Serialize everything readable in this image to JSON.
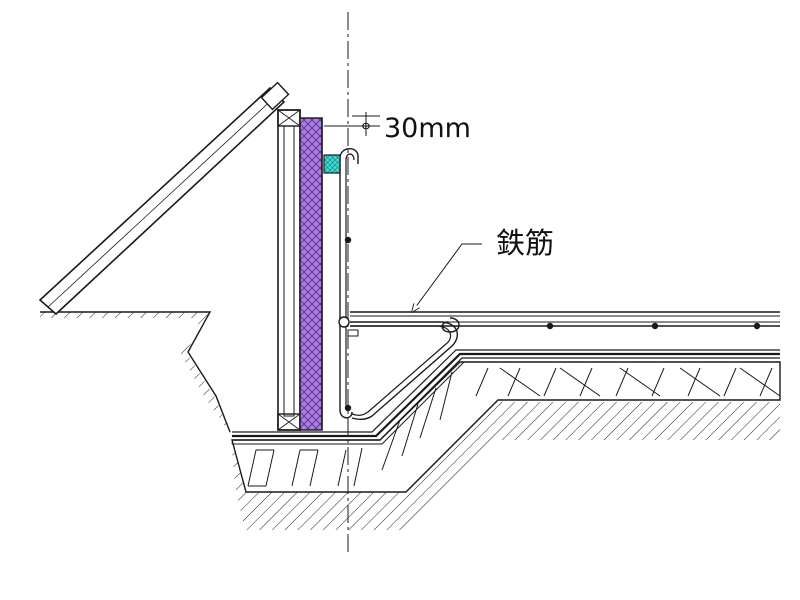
{
  "diagram": {
    "dimension_label": "30mm",
    "dimension_symbol": "Φ",
    "rebar_label": "鉄筋"
  },
  "colors": {
    "line": "#1a1a1a",
    "insulation_fill": "#a97ee0",
    "insulation_hatch": "#5a2d8c",
    "spacer_fill": "#3fd9d3",
    "background": "#ffffff"
  }
}
